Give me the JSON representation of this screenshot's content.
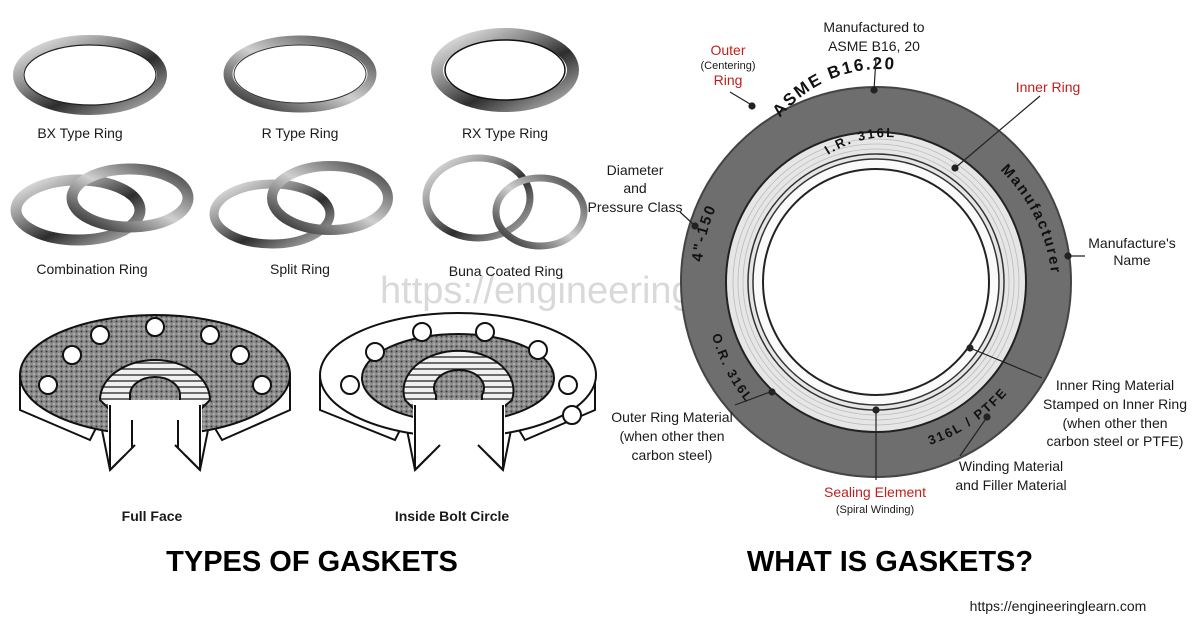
{
  "rings": [
    {
      "label": "BX Type Ring"
    },
    {
      "label": "R Type Ring"
    },
    {
      "label": "RX Type Ring"
    },
    {
      "label": "Combination Ring"
    },
    {
      "label": "Split Ring"
    },
    {
      "label": "Buna Coated Ring"
    }
  ],
  "flanges": {
    "full_face": "Full Face",
    "inside_bolt": "Inside Bolt Circle"
  },
  "titles": {
    "left": "TYPES OF GASKETS",
    "right": "WHAT IS GASKETS?"
  },
  "watermark": "https://engineeringlearn.com",
  "footer_url": "https://engineeringlearn.com",
  "stamps": {
    "top": "ASME B16.20",
    "inner": "I.R. 316L",
    "left": "4\"-150",
    "right": "Manufacturer",
    "bottom_left": "O.R. 316L",
    "bottom_right": "316L / PTFE"
  },
  "callouts": {
    "manufactured_1": "Manufactured to",
    "manufactured_2": "ASME B16, 20",
    "outer_ring_1": "Outer",
    "outer_ring_sub": "(Centering)",
    "outer_ring_2": "Ring",
    "inner_ring": "Inner Ring",
    "diameter_1": "Diameter",
    "diameter_2": "and",
    "diameter_3": "Pressure Class",
    "mfr_name_1": "Manufacture's",
    "mfr_name_2": "Name",
    "inner_mat_1": "Inner Ring Material",
    "inner_mat_2": "Stamped on Inner Ring",
    "inner_mat_3": "(when other then",
    "inner_mat_4": "carbon steel or PTFE)",
    "outer_mat_1": "Outer Ring Material",
    "outer_mat_2": "(when other then",
    "outer_mat_3": "carbon steel)",
    "winding_1": "Winding Material",
    "winding_2": "and Filler Material",
    "sealing": "Sealing Element",
    "sealing_sub": "(Spiral Winding)"
  },
  "colors": {
    "accent_red": "#c0201c",
    "outer_ring": "#6e6e6e",
    "winding": "#e6e6e6"
  }
}
